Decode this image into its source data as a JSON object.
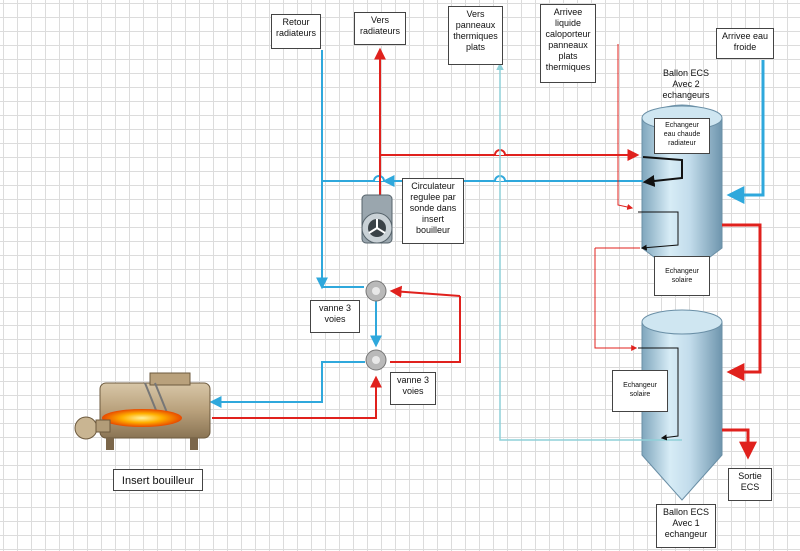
{
  "labels": {
    "retour_radiateurs": "Retour\nradiateurs",
    "vers_radiateurs": "Vers\nradiateurs",
    "vers_panneaux": "Vers\npanneaux\nthermiques\nplats",
    "arrivee_caloporteur": "Arrivee\nliquide\ncaloporteur\npanneaux\nplats\nthermiques",
    "arrivee_eau_froide": "Arrivee eau\nfroide",
    "ballon_ecs_2": "Ballon ECS\nAvec 2\nechangeurs",
    "echangeur_eau_chaude": "Echangeur\neau chaude\nradiateur",
    "echangeur_solaire_top": "Echangeur\nsolaire",
    "circulateur": "Circulateur\nregulee par\nsonde dans\ninsert\nbouilleur",
    "vanne_3_voies_1": "vanne 3\nvoies",
    "vanne_3_voies_2": "vanne 3\nvoies",
    "echangeur_solaire_bottom": "Echangeur\nsolaire",
    "sortie_ecs": "Sortie\nECS",
    "ballon_ecs_1": "Ballon ECS\nAvec 1\nechangeur",
    "insert_bouilleur": "Insert bouilleur"
  },
  "colors": {
    "hot": "#e0211d",
    "cold": "#2fa8dc",
    "solar": "#8fd0d8",
    "tank": "#b9d6e4",
    "grid": "#dcdcdc"
  },
  "icons": [
    "boiler-icon",
    "pump-icon",
    "valve-icon"
  ]
}
